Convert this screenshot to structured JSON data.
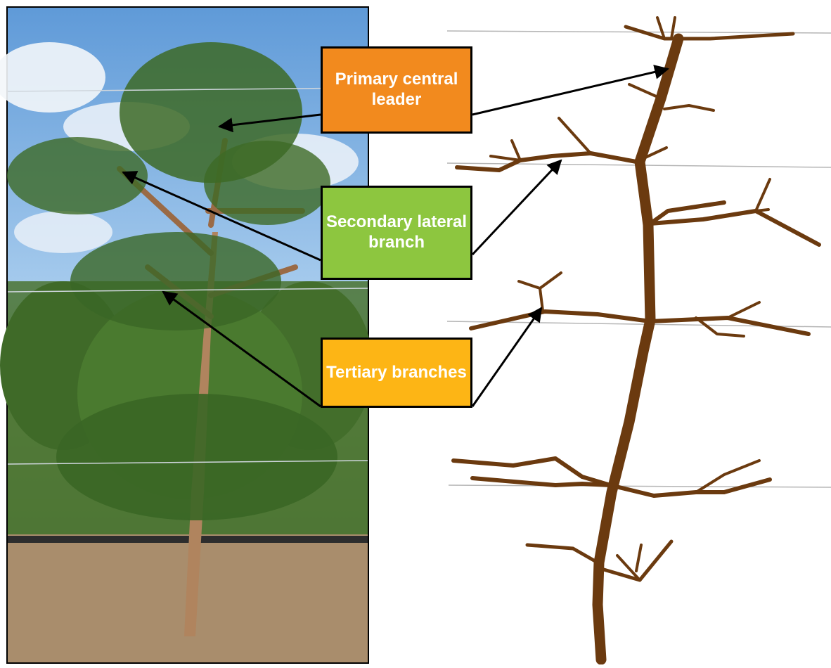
{
  "labels": {
    "primary": "Primary central leader",
    "secondary": "Secondary lateral branch",
    "tertiary": "Tertiary branches"
  },
  "colors": {
    "primary_box": "#F28A1E",
    "secondary_box": "#8DC63F",
    "tertiary_box": "#FDB515",
    "branch": "#6B3A0F",
    "wire": "#B5B5B5",
    "sky": "#7FB2E5",
    "foliage": "#4E7A2E",
    "ground": "#A88A68"
  }
}
